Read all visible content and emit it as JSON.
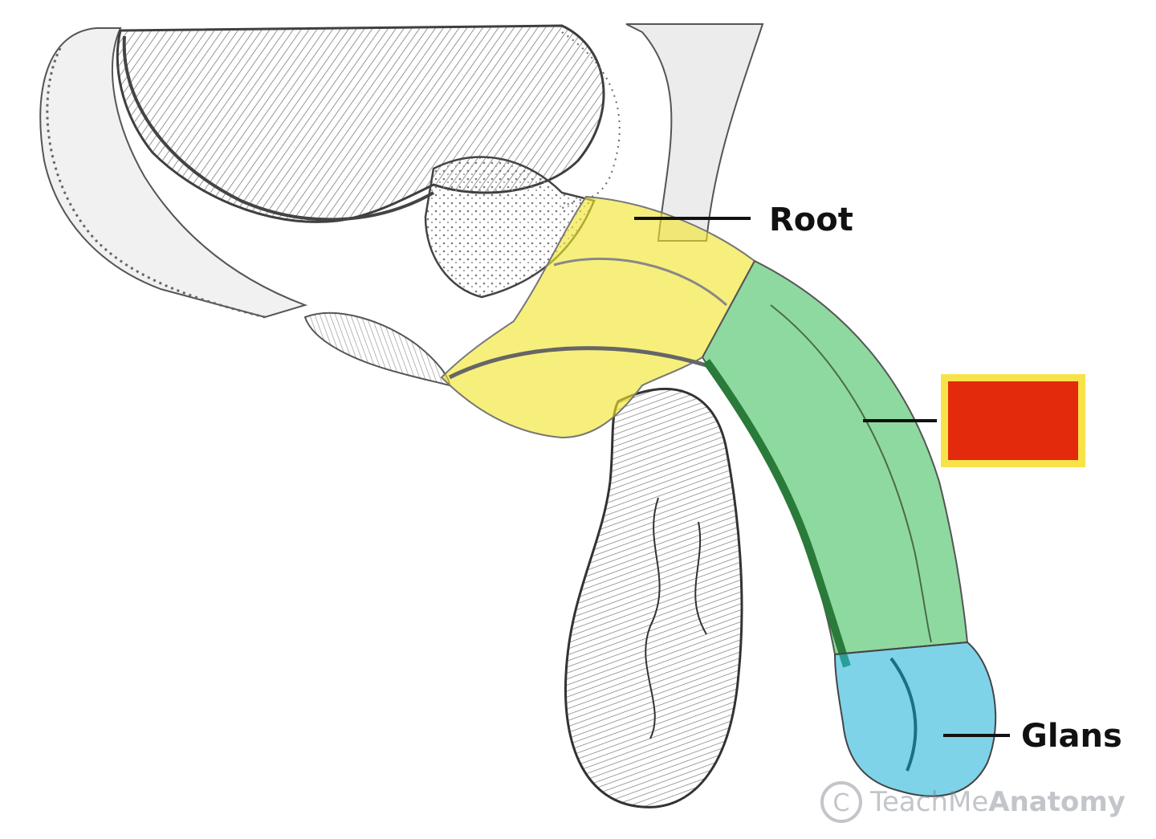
{
  "labels": {
    "root": "Root",
    "body_hidden": "",
    "glans": "Glans"
  },
  "watermark": {
    "symbol": "C",
    "prefix": "Teach",
    "middle": "Me",
    "suffix": "Anatomy"
  },
  "colors": {
    "root_region": "#f2e52c",
    "body_region": "#3dbd5a",
    "glans_region": "#2ab6d8",
    "hidden_label_fill": "#e32a0c",
    "hidden_label_border": "#f7e24a",
    "leader_line": "#111111"
  }
}
